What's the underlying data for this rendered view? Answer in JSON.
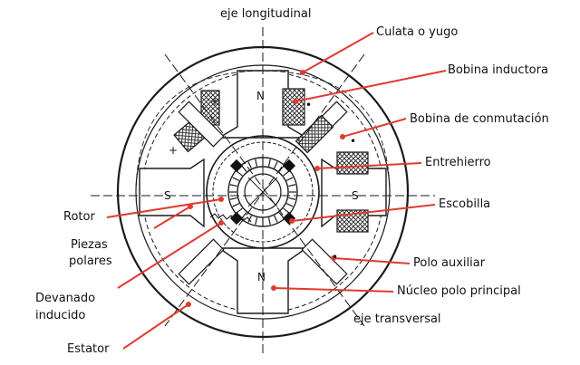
{
  "labels": {
    "eje_longitudinal": "eje longitudinal",
    "culata": "Culata o yugo",
    "bobina_inductora": "Bobina inductora",
    "bobina_conmutacion": "Bobina de conmutación",
    "entrehierro": "Entrehierro",
    "escobilla": "Escobilla",
    "rotor": "Rotor",
    "piezas_polares_1": "Piezas",
    "piezas_polares_2": "polares",
    "devanado_1": "Devanado",
    "devanado_2": "inducido",
    "polo_auxiliar": "Polo auxiliar",
    "nucleo_polo": "Núcleo polo principal",
    "eje_transversal": "eje transversal",
    "estator": "Estator"
  },
  "poles": {
    "north_top": "N",
    "south_left": "S",
    "south_right": "S",
    "north_bottom": "N"
  },
  "signs": {
    "plus": "+",
    "dot": "•"
  },
  "colors": {
    "callout": "#e03a2f",
    "line": "#1a1a1a",
    "fill": "#ffffff"
  }
}
